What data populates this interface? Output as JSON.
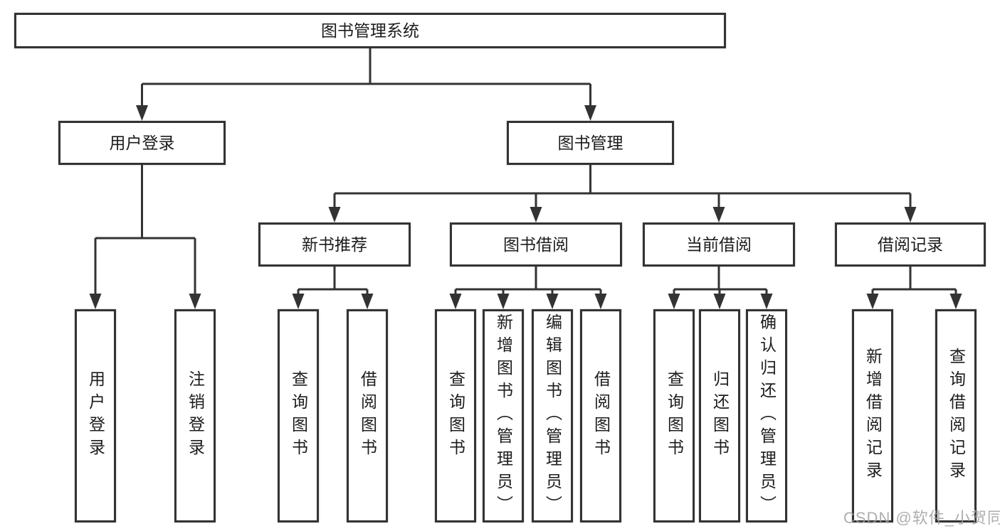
{
  "nodes": {
    "root": "图书管理系统",
    "user_login_branch": "用户登录",
    "book_mgmt_branch": "图书管理",
    "new_book_rec": "新书推荐",
    "book_borrow": "图书借阅",
    "current_borrow": "当前借阅",
    "borrow_records": "借阅记录",
    "leaf_user_login": "用户登录",
    "leaf_logout": "注销登录",
    "leaf_query_books_1": "查询图书",
    "leaf_borrow_books_1": "借阅图书",
    "leaf_query_books_2": "查询图书",
    "leaf_add_books_admin": "新增图书（管理员）",
    "leaf_edit_books_admin": "编辑图书（管理员）",
    "leaf_borrow_books_2": "借阅图书",
    "leaf_query_books_3": "查询图书",
    "leaf_return_books": "归还图书",
    "leaf_confirm_return_admin": "确认归还（管理员）",
    "leaf_add_borrow_record": "新增借阅记录",
    "leaf_query_borrow_record": "查询借阅记录"
  },
  "watermark": "CSDN @软件_小贺同学",
  "colors": {
    "line": "#333333",
    "text": "#1c1c1c",
    "watermark": "#a0a0a0",
    "background": "#ffffff"
  }
}
